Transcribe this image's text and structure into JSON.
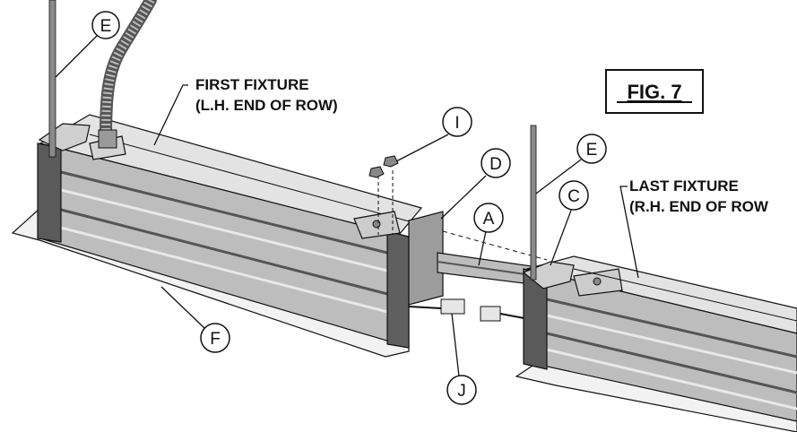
{
  "figure_label": "FIG. 7",
  "fixture_labels": {
    "first_line1": "FIRST FIXTURE",
    "first_line2": "(L.H. END OF ROW)",
    "last_line1": "LAST FIXTURE",
    "last_line2": "(R.H. END OF ROW"
  },
  "callouts": {
    "E_left": "E",
    "E_right": "E",
    "I": "I",
    "D": "D",
    "C": "C",
    "A": "A",
    "F": "F",
    "J": "J"
  },
  "colors": {
    "line": "#111111",
    "fixture_body": "#b9b9b9",
    "fixture_dark": "#7a7a7a",
    "fixture_light": "#d9d9d9",
    "end_cap": "#5a5a5a"
  }
}
